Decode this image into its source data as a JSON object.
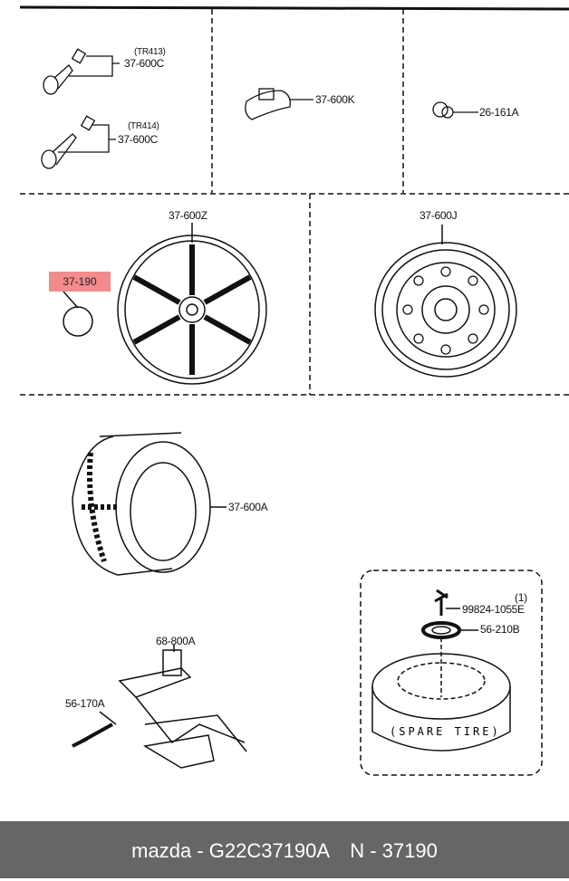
{
  "diagram": {
    "labels": {
      "tr413": "(TR413)",
      "valve1": "37-600C",
      "tr414": "(TR414)",
      "valve2": "37-600C",
      "weight": "37-600K",
      "nut": "26-161A",
      "alloy_wheel": "37-600Z",
      "highlighted": "37-190",
      "steel_wheel": "37-600J",
      "tire": "37-600A",
      "jack": "68-800A",
      "handle": "56-170A",
      "note": "(1)",
      "bolt": "99824-1055E",
      "spacer": "56-210B",
      "spare_tire": "(SPARE TIRE)"
    },
    "highlight_color": "#f28b8b"
  },
  "footer": {
    "brand_part": "mazda - G22C37190A",
    "number": "N - 37190"
  }
}
